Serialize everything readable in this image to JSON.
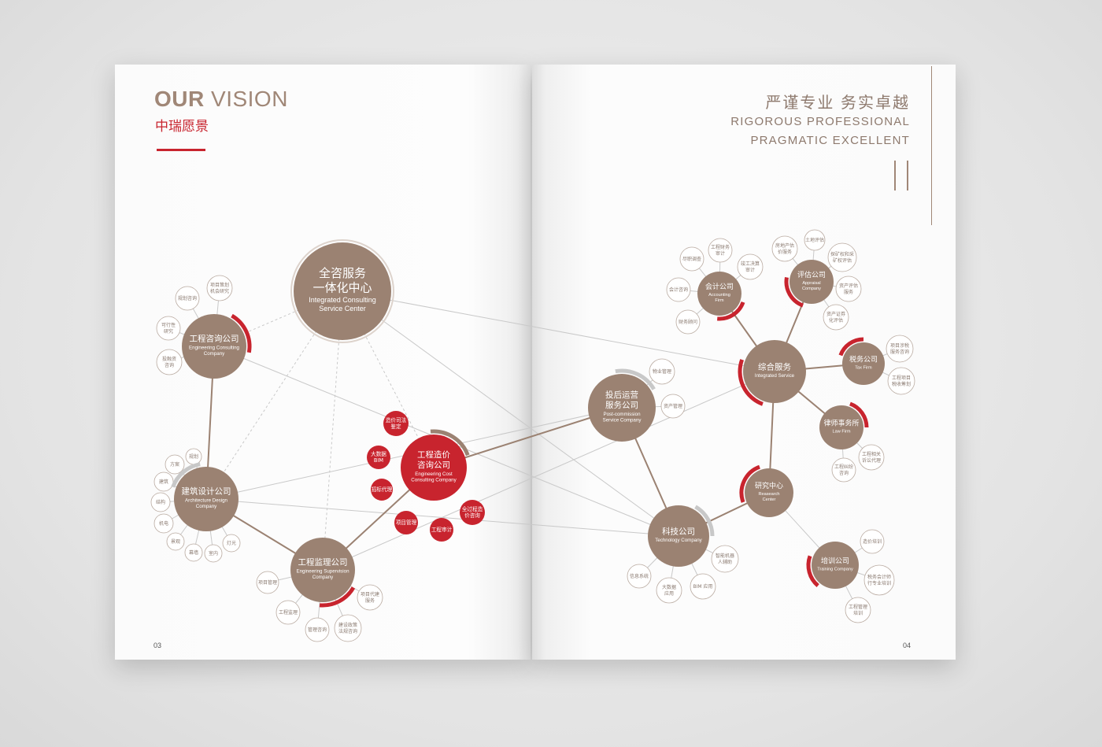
{
  "left_page": {
    "title_bold": "OUR",
    "title_rest": " VISION",
    "title_cn": "中瑞愿景",
    "page_number": "03"
  },
  "right_page": {
    "slogan_cn": "严谨专业  务实卓越",
    "slogan_en_line1": "RIGOROUS PROFESSIONAL",
    "slogan_en_line2": "PRAGMATIC EXCELLENT",
    "page_number": "04"
  },
  "colors": {
    "brown": "#9b8272",
    "red": "#c8242e",
    "line": "#c9c9c9",
    "gray_arc": "#c8c8c8"
  },
  "nodes": [
    {
      "id": "center",
      "type": "main",
      "cn": [
        "全咨服务",
        "一体化中心"
      ],
      "en": [
        "Integrated  Consulting",
        "Service Center"
      ],
      "accent": "none"
    },
    {
      "id": "eng-consult",
      "type": "main",
      "cn": [
        "工程咨询公司"
      ],
      "en": [
        "Engineering Consulting",
        "Company"
      ],
      "accent": "red"
    },
    {
      "id": "arch",
      "type": "main",
      "cn": [
        "建筑设计公司"
      ],
      "en": [
        "Architecture Design",
        "Company"
      ],
      "accent": "gray"
    },
    {
      "id": "supervision",
      "type": "main",
      "cn": [
        "工程监理公司"
      ],
      "en": [
        "Engineering Supervision",
        "Company"
      ],
      "accent": "red"
    },
    {
      "id": "cost",
      "type": "red",
      "cn": [
        "工程造价",
        "咨询公司"
      ],
      "en": [
        "Engineering Cost",
        "Consulting Company"
      ],
      "accent": "brown"
    },
    {
      "id": "post",
      "type": "main",
      "cn": [
        "投后运营",
        "服务公司"
      ],
      "en": [
        "Post-commission",
        "Service Company"
      ],
      "accent": "gray"
    },
    {
      "id": "tech",
      "type": "main",
      "cn": [
        "科技公司"
      ],
      "en": [
        "Technology Company"
      ],
      "accent": "gray"
    },
    {
      "id": "integrated",
      "type": "main",
      "cn": [
        "综合服务"
      ],
      "en": [
        "Integrated Service"
      ],
      "accent": "red"
    },
    {
      "id": "accounting",
      "type": "main",
      "cn": [
        "会计公司"
      ],
      "en": [
        "Accounting",
        "Firm"
      ],
      "accent": "red"
    },
    {
      "id": "appraisal",
      "type": "main",
      "cn": [
        "评估公司"
      ],
      "en": [
        "Appraisal",
        "Company"
      ],
      "accent": "red"
    },
    {
      "id": "tax",
      "type": "main",
      "cn": [
        "税务公司"
      ],
      "en": [
        "Tax Firm"
      ],
      "accent": "red"
    },
    {
      "id": "law",
      "type": "main",
      "cn": [
        "律师事务所"
      ],
      "en": [
        "Law Firm"
      ],
      "accent": "red"
    },
    {
      "id": "research",
      "type": "main",
      "cn": [
        "研究中心"
      ],
      "en": [
        "Reasearch",
        "Center"
      ],
      "accent": "red"
    },
    {
      "id": "training",
      "type": "main",
      "cn": [
        "培训公司"
      ],
      "en": [
        "Training Company"
      ],
      "accent": "red"
    }
  ],
  "satellites": {
    "eng-consult": [
      [
        "项目策划",
        "机会研究"
      ],
      [
        "规划咨询"
      ],
      [
        "可行性",
        "研究"
      ],
      [
        "投融资",
        "咨询"
      ]
    ],
    "arch": [
      [
        "规划"
      ],
      [
        "方案"
      ],
      [
        "建筑"
      ],
      [
        "结构"
      ],
      [
        "机电"
      ],
      [
        "景观"
      ],
      [
        "幕墙"
      ],
      [
        "室内"
      ],
      [
        "灯光"
      ]
    ],
    "supervision": [
      [
        "项目管理"
      ],
      [
        "工程监理"
      ],
      [
        "管理咨询"
      ],
      [
        "建设政策",
        "法规咨询"
      ],
      [
        "项目代建",
        "服务"
      ]
    ],
    "cost": [
      [
        "造价司法",
        "鉴定"
      ],
      [
        "大数据",
        "BIM"
      ],
      [
        "招标代理"
      ],
      [
        "项目管理"
      ],
      [
        "工程审计"
      ],
      [
        "全过程造",
        "价咨询"
      ]
    ],
    "post": [
      [
        "物业管理"
      ],
      [
        "资产管理"
      ]
    ],
    "tech": [
      [
        "信息系统"
      ],
      [
        "大数据",
        "应用"
      ],
      [
        "BIM 应用"
      ],
      [
        "智能机器",
        "人辅助"
      ]
    ],
    "accounting": [
      [
        "尽职调查"
      ],
      [
        "工程财务",
        "审计"
      ],
      [
        "竣工决算",
        "审计"
      ],
      [
        "会计咨询"
      ],
      [
        "财务顾问"
      ]
    ],
    "appraisal": [
      [
        "房地产估",
        "价服务"
      ],
      [
        "土地评估"
      ],
      [
        "探矿权和采",
        "矿权评估"
      ],
      [
        "资产评估",
        "服务"
      ],
      [
        "资产证券",
        "化评估"
      ]
    ],
    "tax": [
      [
        "项目涉税",
        "服务咨询"
      ],
      [
        "工程项目",
        "税收筹划"
      ]
    ],
    "law": [
      [
        "工程相关",
        "诉讼代理"
      ],
      [
        "工程纠纷",
        "咨询"
      ]
    ],
    "training": [
      [
        "造价培训"
      ],
      [
        "税务会计师",
        "行专业培训"
      ],
      [
        "工程管理",
        "培训"
      ]
    ]
  }
}
